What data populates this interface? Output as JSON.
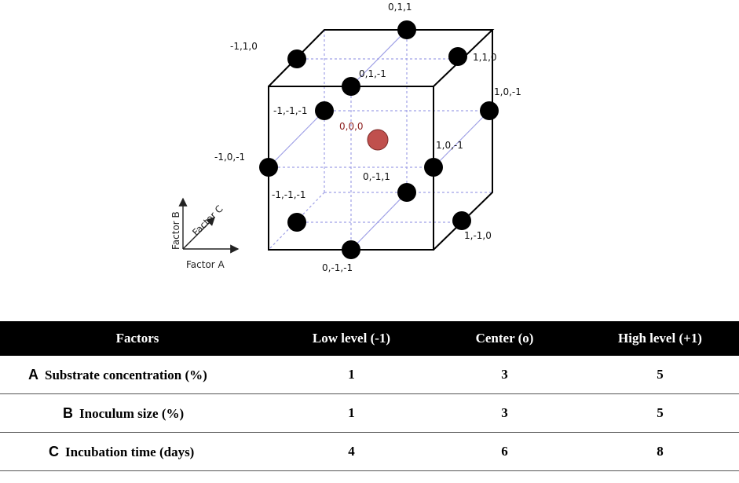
{
  "diagram": {
    "points": [
      {
        "label": "0,1,1",
        "kind": "black"
      },
      {
        "label": "-1,1,0",
        "kind": "black"
      },
      {
        "label": "1,1,0",
        "kind": "black"
      },
      {
        "label": "0,1,-1",
        "kind": "black"
      },
      {
        "label": "1,0,-1",
        "kind": "black"
      },
      {
        "label": "-1,-1,-1",
        "kind": "black"
      },
      {
        "label": "0,0,0",
        "kind": "center"
      },
      {
        "label": "-1,0,-1",
        "kind": "black"
      },
      {
        "label": "1,0,-1",
        "kind": "black"
      },
      {
        "label": "0,-1,1",
        "kind": "black"
      },
      {
        "label": "-1,-1,-1",
        "kind": "black"
      },
      {
        "label": "1,-1,0",
        "kind": "black"
      },
      {
        "label": "0,-1,-1",
        "kind": "black"
      }
    ],
    "axes": {
      "a": "Factor A",
      "b": "Factor B",
      "c": "Factor C"
    },
    "colors": {
      "point": "#000000",
      "center": "#c0504d",
      "center_label": "#8b1c1c",
      "grid": "#9fa0e6"
    }
  },
  "table": {
    "headers": [
      "Factors",
      "Low level (-1)",
      "Center (o)",
      "High level (+1)"
    ],
    "rows": [
      {
        "letter": "A",
        "factor": "Substrate concentration (%)",
        "low": "1",
        "center": "3",
        "high": "5"
      },
      {
        "letter": "B",
        "factor": "Inoculum size (%)",
        "low": "1",
        "center": "3",
        "high": "5"
      },
      {
        "letter": "C",
        "factor": "Incubation time (days)",
        "low": "4",
        "center": "6",
        "high": "8"
      }
    ]
  }
}
